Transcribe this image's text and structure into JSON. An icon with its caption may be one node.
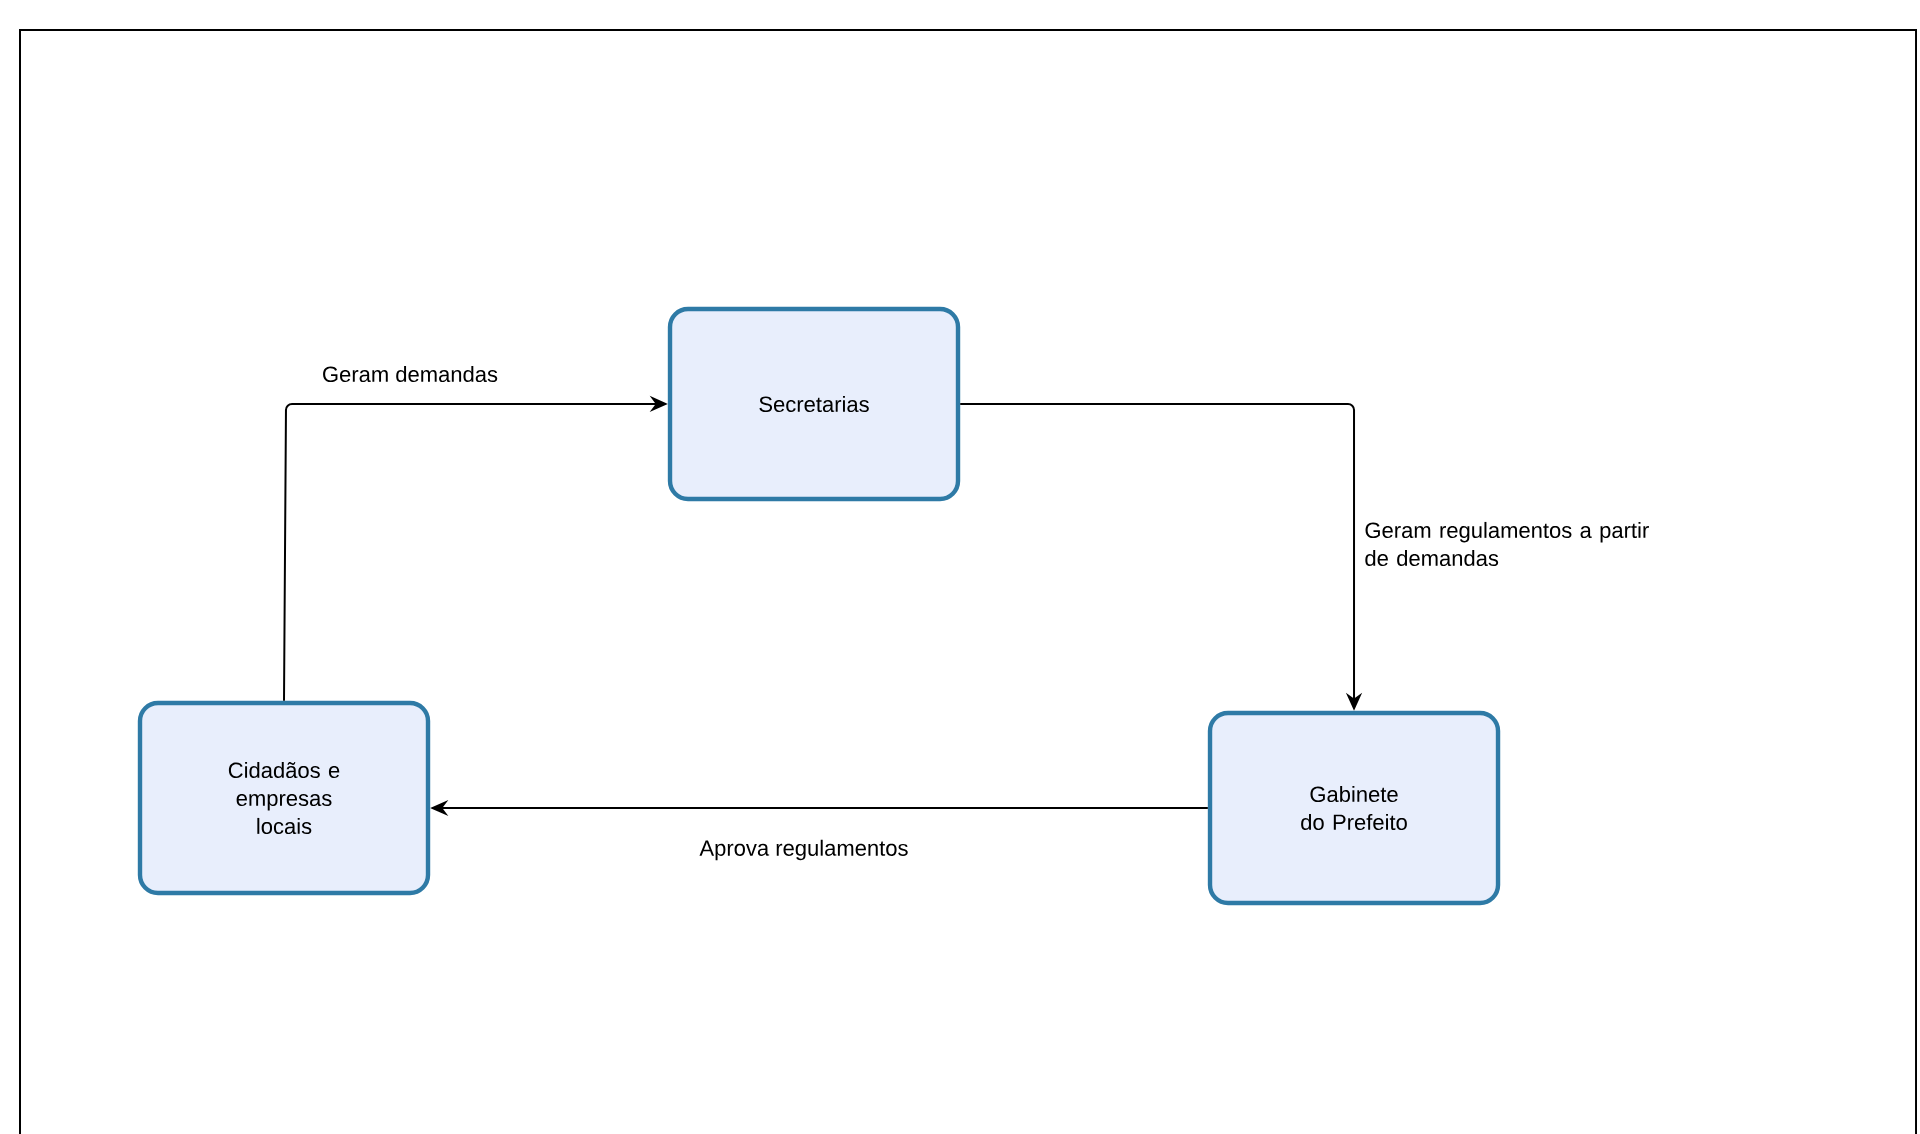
{
  "diagram": {
    "nodes": [
      {
        "text": [
          "Secretarias"
        ]
      },
      {
        "text": [
          "Cidadãos e empresas locais"
        ]
      },
      {
        "text": [
          "Gabinete do Prefeito"
        ]
      }
    ],
    "edges": [
      {
        "from": 1,
        "to": 0,
        "arrow": "to",
        "label": "Geram demandas"
      },
      {
        "from": 0,
        "to": 2,
        "arrow": "to",
        "label": "Geram regulamentos a partir de demandas"
      },
      {
        "from": 2,
        "to": 1,
        "arrow": "to",
        "label": "Aprova regulamentos"
      }
    ]
  }
}
